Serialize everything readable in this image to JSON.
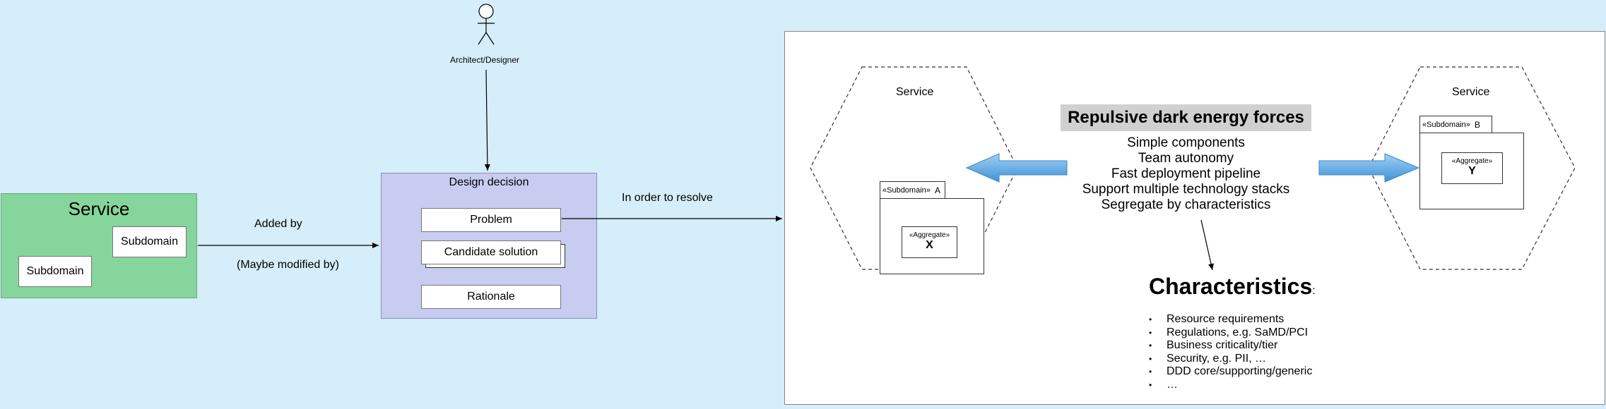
{
  "actor": {
    "label": "Architect/Designer"
  },
  "service_left": {
    "title": "Service",
    "subdomain_a": "Subdomain",
    "subdomain_b": "Subdomain"
  },
  "edge_labels": {
    "added_by": "Added by",
    "maybe_modified_by": "(Maybe modified by)",
    "in_order_to_resolve": "In order to resolve"
  },
  "design_decision": {
    "title": "Design decision",
    "problem": "Problem",
    "candidate_solution": "Candidate solution",
    "rationale": "Rationale"
  },
  "right_panel": {
    "service_left_label": "Service",
    "service_right_label": "Service",
    "subdomain_a": {
      "stereotype": "«Subdomain»",
      "name": "A"
    },
    "subdomain_b": {
      "stereotype": "«Subdomain»",
      "name": "B"
    },
    "aggregate_x": {
      "stereotype": "«Aggregate»",
      "name": "X"
    },
    "aggregate_y": {
      "stereotype": "«Aggregate»",
      "name": "Y"
    },
    "forces_title": "Repulsive dark energy forces",
    "forces": [
      "Simple components",
      "Team autonomy",
      "Fast deployment pipeline",
      "Support multiple technology stacks",
      "Segregate by characteristics"
    ],
    "characteristics_title": "Characteristics",
    "characteristics_suffix": ":",
    "characteristics": [
      "Resource requirements",
      "Regulations, e.g. SaMD/PCI",
      "Business criticality/tier",
      "Security, e.g. PII, …",
      "DDD core/supporting/generic",
      "…"
    ]
  },
  "colors": {
    "background": "#d5eef9",
    "service_green": "#86d59c",
    "decision_lavender": "#c8ccf0",
    "arrow_blue": "#5aa9e0",
    "forces_title_bg": "#d0d0d0"
  }
}
